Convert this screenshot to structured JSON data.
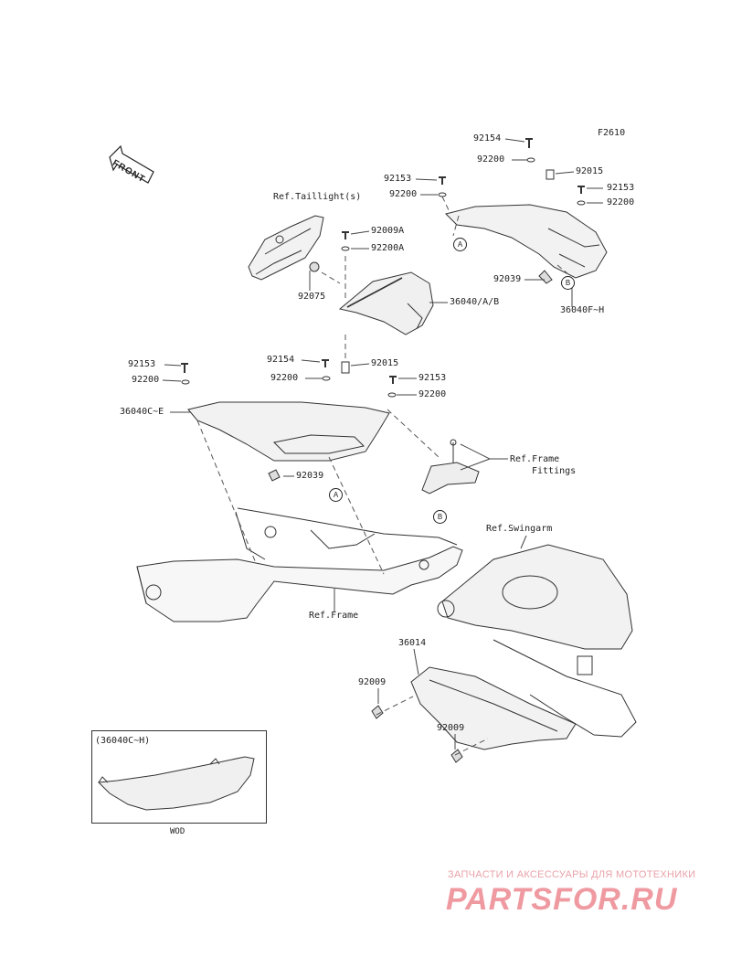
{
  "figure_code": "F2610",
  "direction_label": "FRONT",
  "parts": {
    "p_92154_top": "92154",
    "p_92200_top": "92200",
    "p_92015_top": "92015",
    "p_92153_top": "92153",
    "p_92200_top_r": "92200",
    "p_92153_mid": "92153",
    "p_92200_mid": "92200",
    "p_92009A": "92009A",
    "p_92200A": "92200A",
    "p_92075": "92075",
    "p_36040AB": "36040/A/B",
    "p_92039_top": "92039",
    "p_36040FH": "36040F~H",
    "p_92153_left": "92153",
    "p_92200_left": "92200",
    "p_92154_mid": "92154",
    "p_92015_mid": "92015",
    "p_92200_mid2": "92200",
    "p_92153_r2": "92153",
    "p_92200_r2": "92200",
    "p_36040CE": "36040C~E",
    "p_92039_mid": "92039",
    "p_36014": "36014",
    "p_92009_a": "92009",
    "p_92009_b": "92009"
  },
  "references": {
    "taillight": "Ref.Taillight(s)",
    "frame_fittings_1": "Ref.Frame",
    "frame_fittings_2": "Fittings",
    "swingarm": "Ref.Swingarm",
    "frame": "Ref.Frame"
  },
  "markers": {
    "a": "A",
    "b": "B"
  },
  "inset": {
    "title": "(36040C~H)",
    "note": "WOD"
  },
  "watermark": {
    "tagline": "ЗАПЧАСТИ И АКСЕССУАРЫ ДЛЯ МОТОТЕХНИКИ",
    "logo": "PARTSFOR.RU"
  },
  "colors": {
    "line": "#333333",
    "watermark": "#ef9aa1"
  }
}
